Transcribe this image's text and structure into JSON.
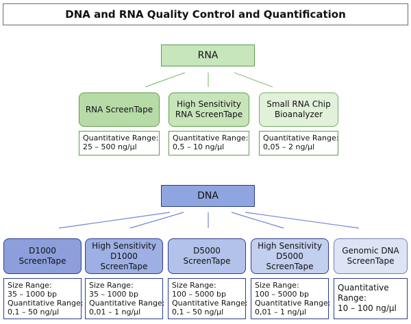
{
  "title": "DNA and RNA Quality Control and Quantification",
  "rna": {
    "label": "RNA",
    "children": [
      {
        "name_lines": [
          "RNA ScreenTape"
        ],
        "info_lines": [
          "Quantitative Range:",
          "25 – 500 ng/µl"
        ]
      },
      {
        "name_lines": [
          "High Sensitivity",
          "RNA ScreenTape"
        ],
        "info_lines": [
          "Quantitative Range:",
          "0,5 – 10 ng/µl"
        ]
      },
      {
        "name_lines": [
          "Small RNA Chip",
          "Bioanalyzer"
        ],
        "info_lines": [
          "Quantitative Range:",
          "0,05 – 2 ng/µl"
        ]
      }
    ]
  },
  "dna": {
    "label": "DNA",
    "children": [
      {
        "name_lines": [
          "D1000",
          "ScreenTape"
        ],
        "info_lines": [
          "Size Range:",
          "35 – 1000 bp",
          "Quantitative Range:",
          "0,1 – 50 ng/µl"
        ]
      },
      {
        "name_lines": [
          "High Sensitivity",
          "D1000",
          "ScreenTape"
        ],
        "info_lines": [
          "Size Range:",
          "35 – 1000 bp",
          "Quantitative Range:",
          "0,01 – 1 ng/µl"
        ]
      },
      {
        "name_lines": [
          "D5000",
          "ScreenTape"
        ],
        "info_lines": [
          "Size Range:",
          "100 – 5000 bp",
          "Quantitative Range:",
          "0,1 – 50 ng/µl"
        ]
      },
      {
        "name_lines": [
          "High Sensitivity",
          "D5000",
          "ScreenTape"
        ],
        "info_lines": [
          "Size Range:",
          "100 – 5000 bp",
          "Quantitative Range:",
          "0,01 – 1 ng/µl"
        ]
      },
      {
        "name_lines": [
          "Genomic DNA",
          "ScreenTape"
        ],
        "info_lines": [
          "Quantitative",
          "Range:",
          "10 – 100 ng/µl"
        ]
      }
    ]
  },
  "colors": {
    "rna_header": "#c7e6bb",
    "rna_children": [
      "#b7dba6",
      "#c8e5ba",
      "#e2f1da"
    ],
    "dna_header": "#8fa5df",
    "dna_children": [
      "#8c9fdb",
      "#9dafe3",
      "#b3c2ea",
      "#c3cfee",
      "#dde4f4"
    ],
    "green_line": "#8cc27a",
    "blue_line": "#6f84cf"
  }
}
